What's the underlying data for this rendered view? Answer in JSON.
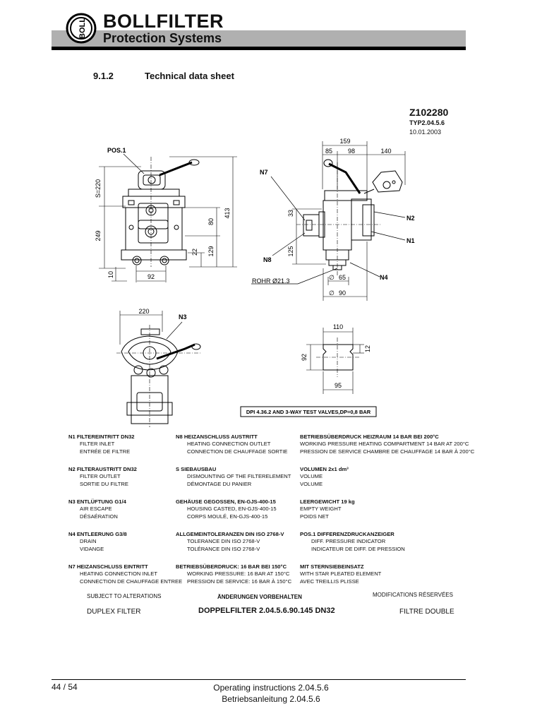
{
  "header": {
    "logo_text": "BOLL",
    "brand": "BOLLFILTER",
    "subtitle": "Protection Systems"
  },
  "section": {
    "number": "9.1.2",
    "title": "Technical data sheet"
  },
  "drawing": {
    "number": "Z102280",
    "type": "TYP2.04.5.6",
    "date": "10.01.2003",
    "labels": {
      "pos1": "POS.1",
      "n7": "N7",
      "n8": "N8",
      "n2": "N2",
      "n1": "N1",
      "n4": "N4",
      "n3": "N3",
      "rohr": "ROHR Ø21.3",
      "d65": "65",
      "d90": "90",
      "phi": "∅"
    },
    "dims": {
      "s220": "S=220",
      "d249": "249",
      "d413": "413",
      "d80": "80",
      "d129": "129",
      "d22": "22",
      "d10": "10",
      "d92": "92",
      "d159": "159",
      "d85": "85",
      "d98": "98",
      "d140": "140",
      "d33": "33",
      "d125": "125",
      "d220": "220",
      "d110": "110",
      "d12": "12",
      "d92b": "92",
      "d95": "95"
    },
    "dpi_note": "DPI 4.36.2 AND 3-WAY TEST VALVES,DP=0,8 BAR"
  },
  "specs": {
    "col1": [
      {
        "head": "N1  FILTEREINTRITT   DN32",
        "lines": [
          "FILTER INLET",
          "ENTRÉE DE FILTRE"
        ]
      },
      {
        "head": "N2  FILTERAUSTRITT  DN32",
        "lines": [
          "FILTER OUTLET",
          "SORTIE DU FILTRE"
        ]
      },
      {
        "head": "N3  ENTLÜFTUNG        G1/4",
        "lines": [
          "AIR ESCAPE",
          "DÉSAÉRATION"
        ]
      },
      {
        "head": "N4  ENTLEERUNG        G3/8",
        "lines": [
          "DRAIN",
          "VIDANGE"
        ]
      },
      {
        "head": "N7  HEIZANSCHLUSS EINTRITT",
        "lines": [
          "HEATING CONNECTION INLET",
          "CONNECTION DE CHAUFFAGE ENTREE"
        ]
      }
    ],
    "col2": [
      {
        "head": "N8  HEIZANSCHLUSS AUSTRITT",
        "lines": [
          "HEATING CONNECTION OUTLET",
          "CONNECTION DE CHAUFFAGE SORTIE"
        ]
      },
      {
        "head": "S    SIEBAUSBAU",
        "lines": [
          "DISMOUNTING OF THE FILTERELEMENT",
          "DÉMONTAGE DU PANIER"
        ]
      },
      {
        "head": "GEHÄUSE GEGOSSEN, EN-GJS-400-15",
        "lines": [
          "HOUSING CASTED, EN-GJS-400-15",
          "CORPS MOULÉ, EN-GJS-400-15"
        ]
      },
      {
        "head": "ALLGEMEINTOLERANZEN DIN ISO 2768-V",
        "lines": [
          "TOLERANCE DIN ISO 2768-V",
          "TOLÉRANCE DIN ISO 2768-V"
        ]
      },
      {
        "head": "BETRIEBSÜBERDRUCK: 16 BAR BEI 150°C",
        "lines": [
          "WORKING PRESSURE: 16 BAR AT 150°C",
          "PRESSION DE SERVICE: 16 BAR À 150°C"
        ]
      }
    ],
    "col3": [
      {
        "head": "BETRIEBSÜBERDRUCK HEIZRAUM 14 BAR BEI 200°C",
        "lines": [
          "WORKING PRESSURE HEATING COMPARTMENT 14 BAR AT 200°C",
          "PRESSION DE SERVICE CHAMBRE DE CHAUFFAGE 14 BAR À 200°C"
        ]
      },
      {
        "head": "VOLUMEN   2x1 dm³",
        "lines": [
          "VOLUME",
          "VOLUME"
        ]
      },
      {
        "head": "LEERGEWICHT  19 kg",
        "lines": [
          "EMPTY WEIGHT",
          "POIDS NET"
        ]
      },
      {
        "head": "POS.1 DIFFERENZDRUCKANZEIGER",
        "lines": [
          "DIFF. PRESSURE INDICATOR",
          "INDICATEUR DE DIFF. DE PRESSION"
        ]
      },
      {
        "head": "MIT STERNSIEBEINSATZ",
        "lines": [
          "WITH STAR PLEATED ELEMENT",
          "AVEC TREILLIS PLISSE"
        ]
      }
    ]
  },
  "notes": {
    "subject": "SUBJECT TO ALTERATIONS",
    "aenderungen": "ÄNDERUNGEN VORBEHALTEN",
    "modifications": "MODIFICATIONS RÉSERVÉES"
  },
  "product": {
    "en": "DUPLEX FILTER",
    "de": "DOPPELFILTER  2.04.5.6.90.145 DN32",
    "fr": "FILTRE DOUBLE"
  },
  "footer": {
    "page": "44 / 54",
    "line1": "Operating instructions 2.04.5.6",
    "line2": "Betriebsanleitung 2.04.5.6"
  }
}
